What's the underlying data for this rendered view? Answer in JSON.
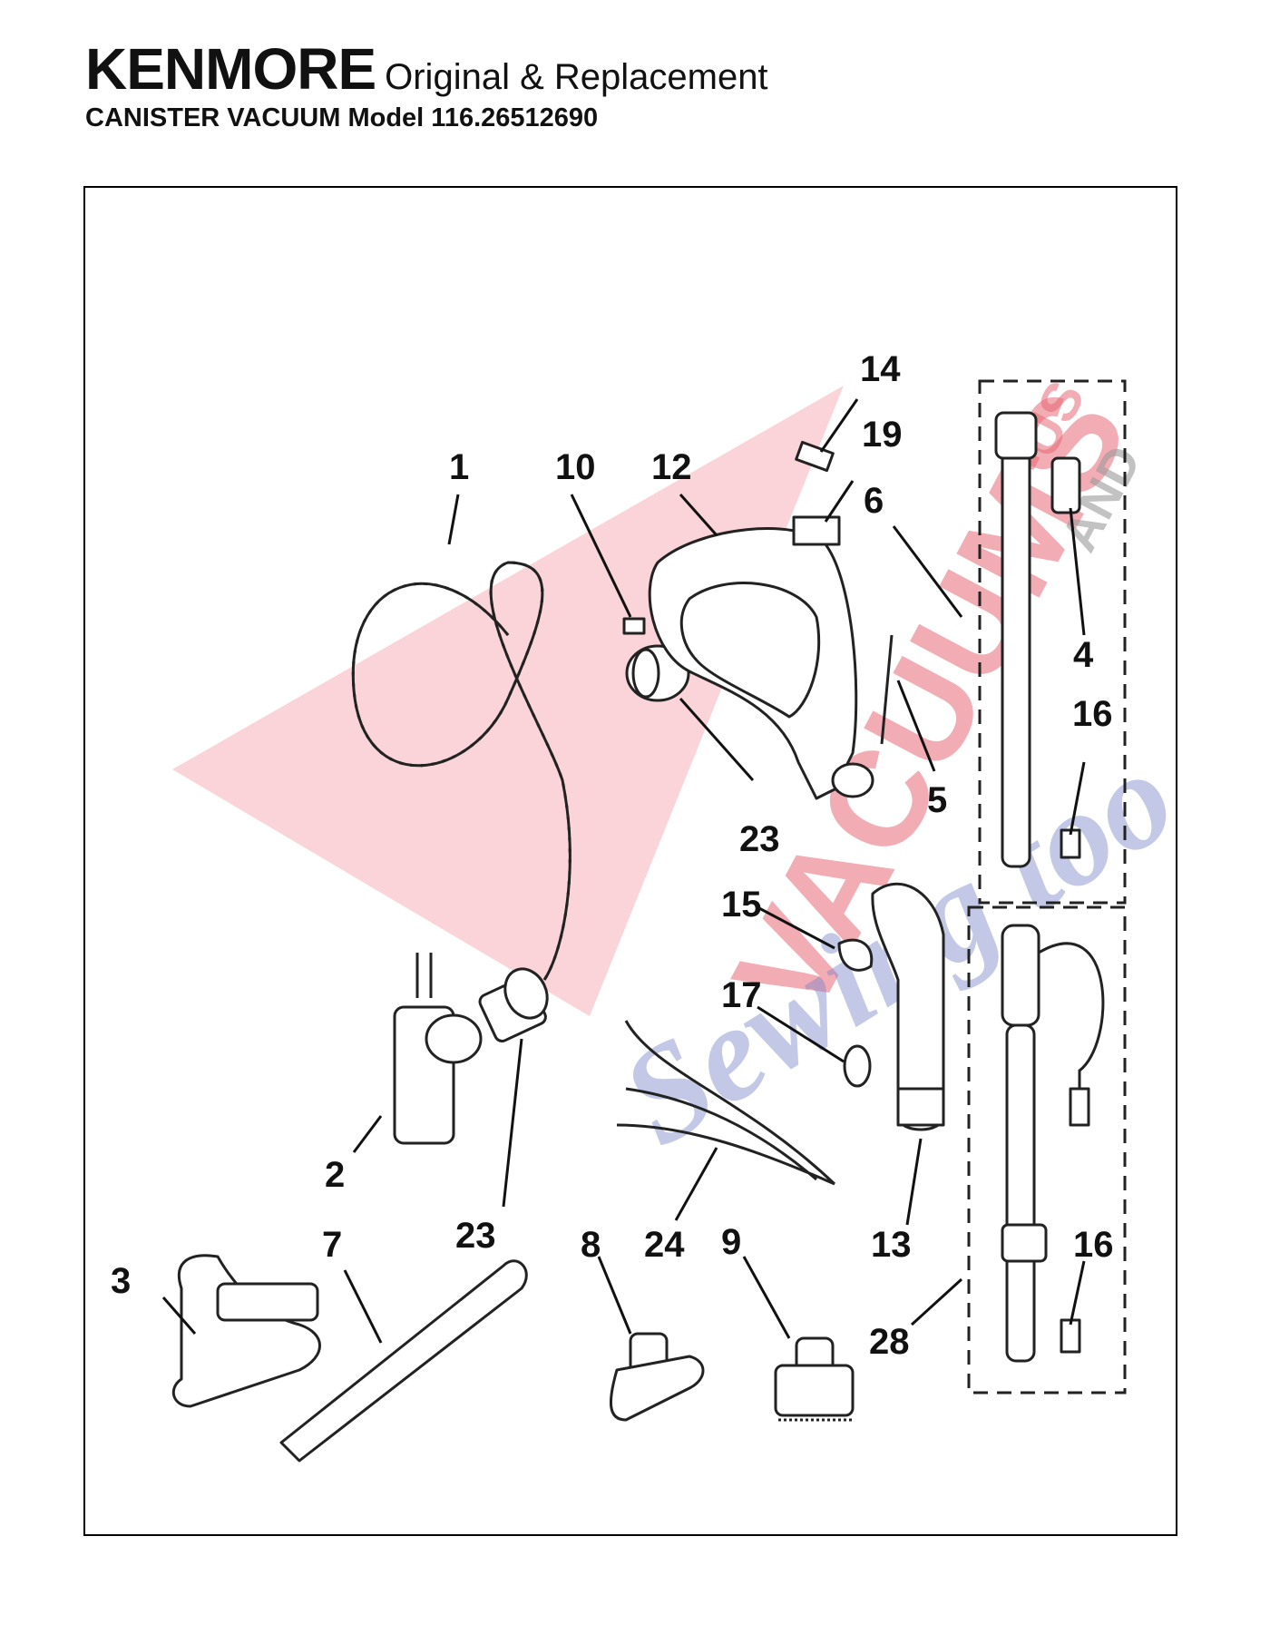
{
  "header": {
    "brand": "KENMORE",
    "subtitle": "Original & Replacement",
    "model_line_prefix": "CANISTER VACUUM Model",
    "model_number": "116.26512690"
  },
  "watermark": {
    "word1": "VACUUMS",
    "suffix": "-US",
    "and": "AND",
    "word2": "Sewing too"
  },
  "callouts": [
    {
      "id": "1",
      "label": "1"
    },
    {
      "id": "2",
      "label": "2"
    },
    {
      "id": "3",
      "label": "3"
    },
    {
      "id": "4",
      "label": "4"
    },
    {
      "id": "5",
      "label": "5"
    },
    {
      "id": "6",
      "label": "6"
    },
    {
      "id": "7",
      "label": "7"
    },
    {
      "id": "8",
      "label": "8"
    },
    {
      "id": "9",
      "label": "9"
    },
    {
      "id": "10",
      "label": "10"
    },
    {
      "id": "12",
      "label": "12"
    },
    {
      "id": "13",
      "label": "13"
    },
    {
      "id": "14",
      "label": "14"
    },
    {
      "id": "15",
      "label": "15"
    },
    {
      "id": "16a",
      "label": "16"
    },
    {
      "id": "16b",
      "label": "16"
    },
    {
      "id": "17",
      "label": "17"
    },
    {
      "id": "19",
      "label": "19"
    },
    {
      "id": "23a",
      "label": "23"
    },
    {
      "id": "23b",
      "label": "23"
    },
    {
      "id": "24",
      "label": "24"
    },
    {
      "id": "28",
      "label": "28"
    }
  ]
}
